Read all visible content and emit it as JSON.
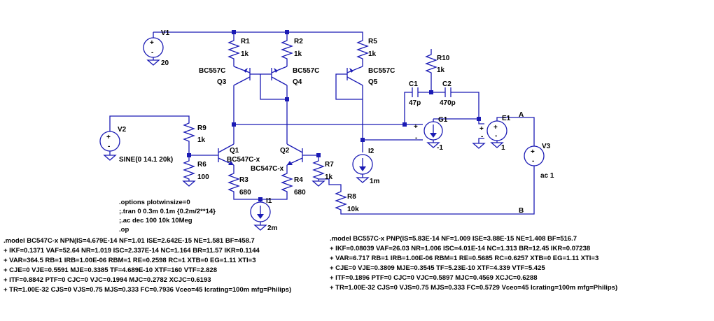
{
  "colors": {
    "wire": "#1a1ab4",
    "text": "#000000",
    "background": "#ffffff"
  },
  "components": {
    "V1": {
      "name": "V1",
      "value": "20"
    },
    "V2": {
      "name": "V2",
      "value": "SINE(0 14.1 20k)"
    },
    "V3": {
      "name": "V3",
      "value": "ac 1"
    },
    "R1": {
      "name": "R1",
      "value": "1k"
    },
    "R2": {
      "name": "R2",
      "value": "1k"
    },
    "R3": {
      "name": "R3",
      "value": "680"
    },
    "R4": {
      "name": "R4",
      "value": "680"
    },
    "R5": {
      "name": "R5",
      "value": "1k"
    },
    "R6": {
      "name": "R6",
      "value": "100"
    },
    "R7": {
      "name": "R7",
      "value": "1k"
    },
    "R8": {
      "name": "R8",
      "value": "10k"
    },
    "R9": {
      "name": "R9",
      "value": "1k"
    },
    "R10": {
      "name": "R10",
      "value": "1k"
    },
    "C1": {
      "name": "C1",
      "value": "47p"
    },
    "C2": {
      "name": "C2",
      "value": "470p"
    },
    "Q1": {
      "name": "Q1",
      "model": "BC547C-x"
    },
    "Q2": {
      "name": "Q2",
      "model": "BC547C-x"
    },
    "Q3": {
      "name": "Q3",
      "model": "BC557C"
    },
    "Q4": {
      "name": "Q4",
      "model": "BC557C"
    },
    "Q5": {
      "name": "Q5",
      "model": "BC557C"
    },
    "I1": {
      "name": "I1",
      "value": "2m"
    },
    "I2": {
      "name": "I2",
      "value": "1m"
    },
    "G1": {
      "name": "G1",
      "value": "-1"
    },
    "E1": {
      "name": "E1",
      "value": "1"
    }
  },
  "nets": {
    "A": "A",
    "B": "B"
  },
  "source_polarity": {
    "plus": "+",
    "minus": "-"
  },
  "directives": [
    ".options plotwinsize=0",
    ";.tran 0 0.3m 0.1m {0.2m/2**14}",
    ";.ac dec 100 10k 10Meg",
    ".op"
  ],
  "model_npn": [
    ".model BC547C-x NPN(IS=4.679E-14 NF=1.01 ISE=2.642E-15 NE=1.581 BF=458.7",
    "+ IKF=0.1371 VAF=52.64 NR=1.019 ISC=2.337E-14 NC=1.164 BR=11.57 IKR=0.1144",
    "+ VAR=364.5 RB=1 IRB=1.00E-06 RBM=1 RE=0.2598 RC=1 XTB=0 EG=1.11 XTI=3",
    "+ CJE=0 VJE=0.5591 MJE=0.3385 TF=4.689E-10 XTF=160 VTF=2.828",
    "+ ITF=0.8842 PTF=0 CJC=0 VJC=0.1994 MJC=0.2782 XCJC=0.6193",
    "+ TR=1.00E-32 CJS=0 VJS=0.75 MJS=0.333 FC=0.7936 Vceo=45 Icrating=100m mfg=Philips)"
  ],
  "model_pnp": [
    ".model BC557C-x PNP(IS=5.83E-14 NF=1.009 ISE=3.88E-15 NE=1.408 BF=516.7",
    "+ IKF=0.08039 VAF=26.03 NR=1.006 ISC=4.01E-14 NC=1.313 BR=12.45 IKR=0.07238",
    "+ VAR=6.717 RB=1 IRB=1.00E-06 RBM=1 RE=0.5685 RC=0.6257 XTB=0 EG=1.11 XTI=3",
    "+ CJE=0 VJE=0.3809 MJE=0.3545 TF=5.23E-10 XTF=4.339 VTF=5.425",
    "+ ITF=0.1896 PTF=0 CJC=0 VJC=0.5897 MJC=0.4569 XCJC=0.6288",
    "+ TR=1.00E-32 CJS=0 VJS=0.75 MJS=0.333 FC=0.5729 Vceo=45 Icrating=100m mfg=Philips)"
  ]
}
